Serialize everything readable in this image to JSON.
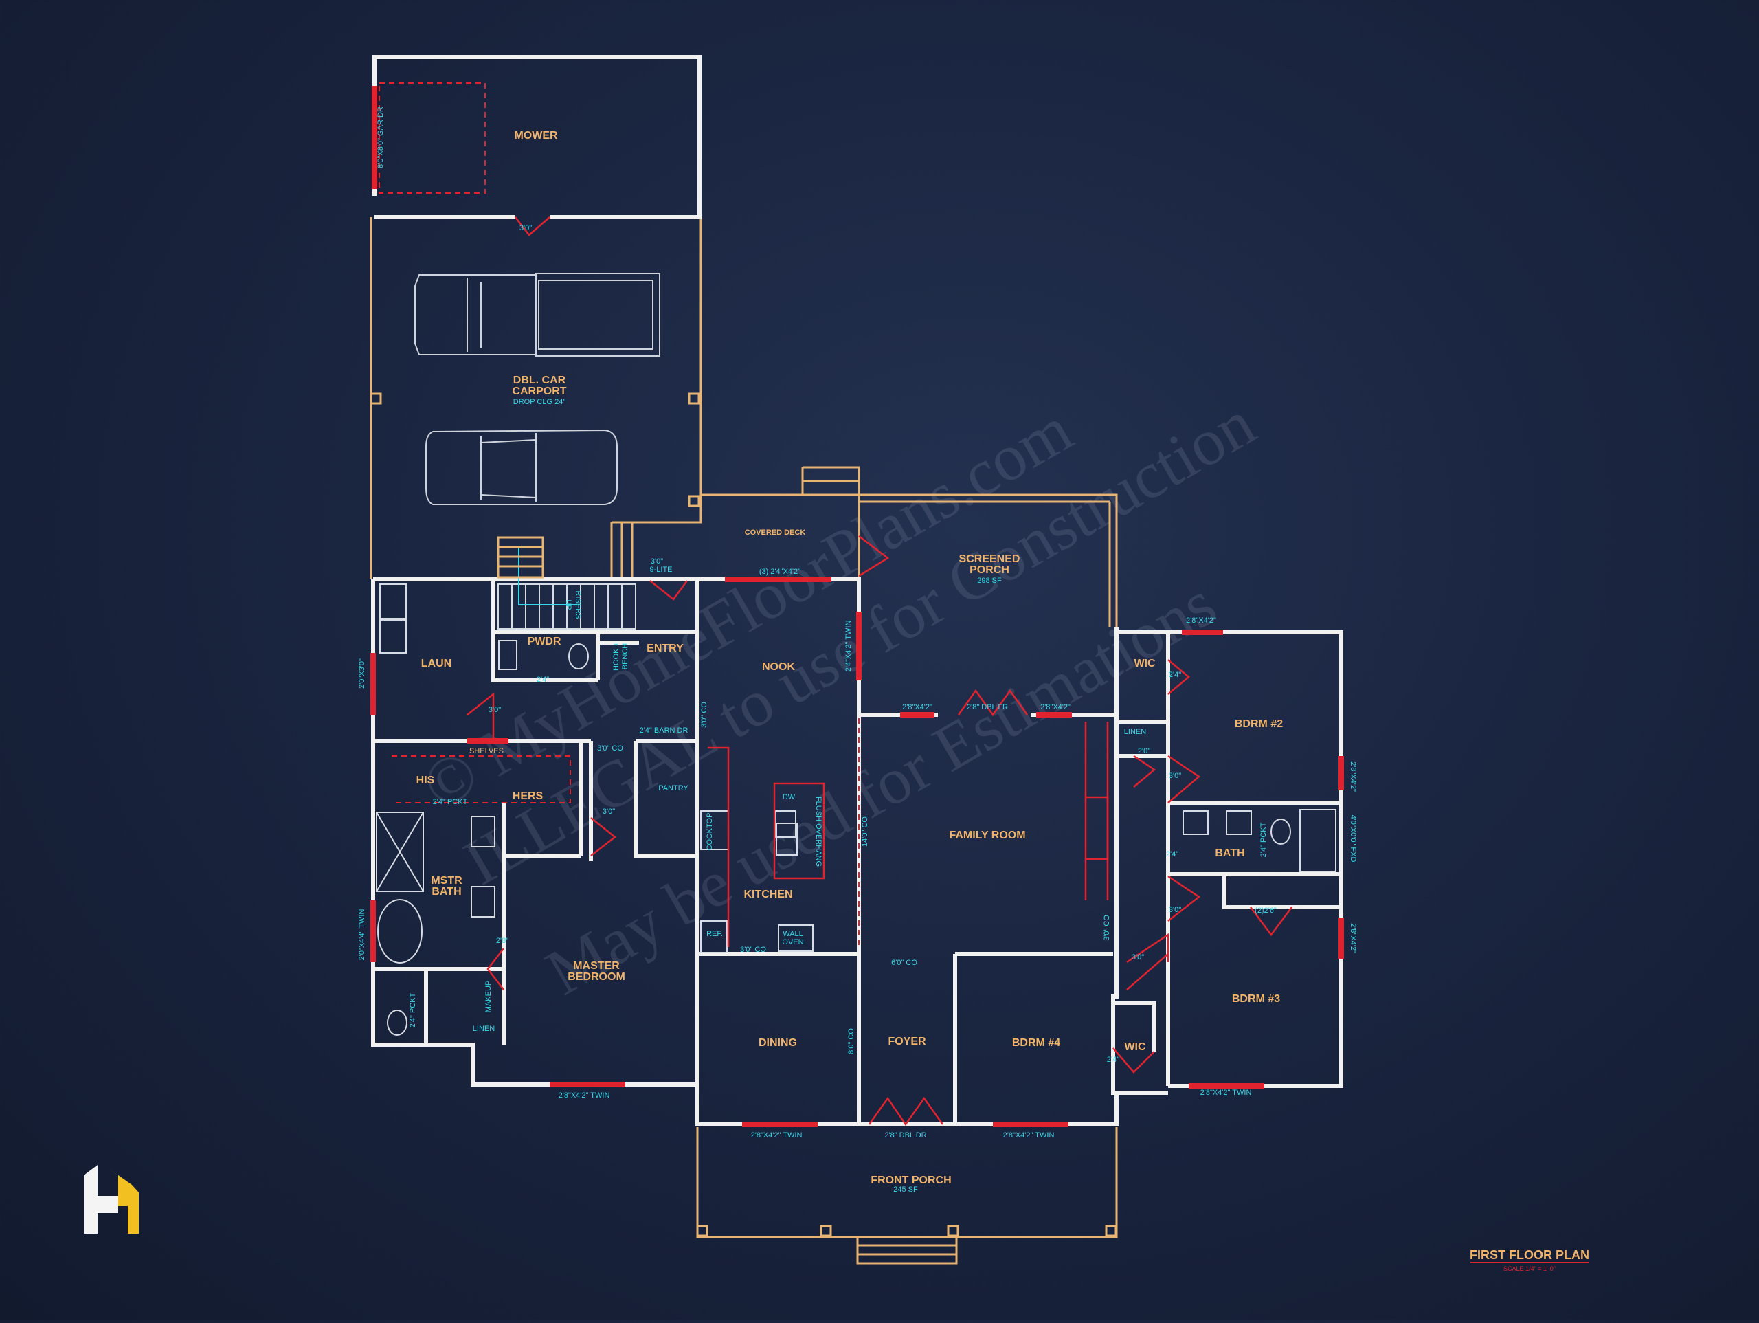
{
  "colors": {
    "background": "#1a2540",
    "walls": "#f1f1f1",
    "porch_outline": "#e8b472",
    "openings": "#e0232f",
    "room_labels": "#f2b46a",
    "dimension_labels": "#37d9ea",
    "logo": "#f3c022"
  },
  "plan": {
    "title": "FIRST FLOOR PLAN",
    "scale": "SCALE 1/4\" = 1'-0\""
  },
  "watermark": {
    "line1": "© MyHomeFloorPlans.com",
    "line2": "ILLEGAL to use for Construction",
    "line3": "May be used for Estimations"
  },
  "logo": {
    "icon": "house-logo-icon"
  },
  "rooms": {
    "mower": {
      "name": "MOWER"
    },
    "carport": {
      "name": "DBL. CAR\nCARPORT",
      "line1": "DBL. CAR",
      "line2": "CARPORT",
      "note": "DROP CLG 24\""
    },
    "covered_deck": {
      "name": "COVERED DECK"
    },
    "screened_porch": {
      "line1": "SCREENED",
      "line2": "PORCH",
      "area": "298 SF"
    },
    "laun": {
      "name": "LAUN"
    },
    "pwdr": {
      "name": "PWDR"
    },
    "entry": {
      "name": "ENTRY"
    },
    "nook": {
      "name": "NOOK"
    },
    "his": {
      "name": "HIS"
    },
    "hers": {
      "name": "HERS"
    },
    "pantry": {
      "name": "PANTRY"
    },
    "mstr_bath": {
      "line1": "MSTR",
      "line2": "BATH"
    },
    "kitchen": {
      "name": "KITCHEN"
    },
    "family_room": {
      "name": "FAMILY ROOM"
    },
    "master_bedroom": {
      "line1": "MASTER",
      "line2": "BEDROOM"
    },
    "dining": {
      "name": "DINING"
    },
    "foyer": {
      "name": "FOYER"
    },
    "bdrm4": {
      "name": "BDRM #4"
    },
    "wic_upper": {
      "name": "WIC"
    },
    "wic_lower": {
      "name": "WIC"
    },
    "bdrm2": {
      "name": "BDRM #2"
    },
    "bath": {
      "name": "BATH"
    },
    "bdrm3": {
      "name": "BDRM #3"
    },
    "front_porch": {
      "name": "FRONT PORCH",
      "area": "245 SF"
    }
  },
  "labels": {
    "gar_door": "8'0\"X8'0\" GAR DR",
    "mower_door": "3'0\"",
    "entry_door_1": "3'0\"",
    "entry_door_2": "9-LITE",
    "nook_windows": "(3) 2'4\"X4'2\"",
    "nook_side_window": "2'4\"X4'2\" TWIN",
    "up_risers_1": "UP",
    "up_risers_2": "RISERS",
    "hook_bench_1": "HOOK +",
    "hook_bench_2": "BENCH",
    "laun_window": "2'0\"X3'0\"",
    "pwdr_door": "2'4\"",
    "laun_door": "3'0\"",
    "shelves": "SHELVES",
    "co_nook": "3'0\" CO",
    "barn_door": "2'4\" BARN DR",
    "co_his": "3'0\" CO",
    "pckt_his": "2'4\" PCKT",
    "hers_door": "3'0\"",
    "cooktop": "COOKTOP",
    "dw": "DW",
    "flush_overhang": "FLUSH OVERHANG",
    "co_family": "14'0\" CO",
    "sp_window_left": "2'8\"X4'2\"",
    "dbl_fr": "2'8\" DBL FR",
    "sp_window_right": "2'8\"X4'2\"",
    "ref": "REF.",
    "co_kitchen": "3'0\" CO",
    "wall_oven_1": "WALL",
    "wall_oven_2": "OVEN",
    "co_foyer": "6'0\" CO",
    "co_dining": "8'0\" CO",
    "mbath_window": "2'0\"X4'4\" TWIN",
    "mb_door": "2'8\"",
    "pckt_wc": "2'4\" PCKT",
    "makeup": "MAKEUP",
    "linen_mb": "LINEN",
    "mb_window": "2'8\"X4'2\" TWIN",
    "dining_window": "2'8\"X4'2\" TWIN",
    "dbl_dr": "2'8\" DBL DR",
    "bdrm4_window": "2'8\"X4'2\" TWIN",
    "wic_window": "2'8\"X4'2\"",
    "wic_door": "2'4\"",
    "linen_hall": "LINEN",
    "linen_door": "2'0\"",
    "bdrm2_door": "3'0\"",
    "bdrm2_window": "2'8\"X4'2\"",
    "bath_pckt": "2'4\" PCKT",
    "bath_door": "2'4\"",
    "tub": "4'0\"X0'0\" FXD",
    "closet_door": "(2)2'6\"",
    "bdrm3_door": "3'0\"",
    "bdrm3_window_side": "2'8\"X4'2\"",
    "co_hall": "3'0\" CO",
    "bdrm4_door": "3'0\"",
    "wic2_door": "2'4\"",
    "bdrm3_window": "2'8\"X4'2\" TWIN"
  }
}
